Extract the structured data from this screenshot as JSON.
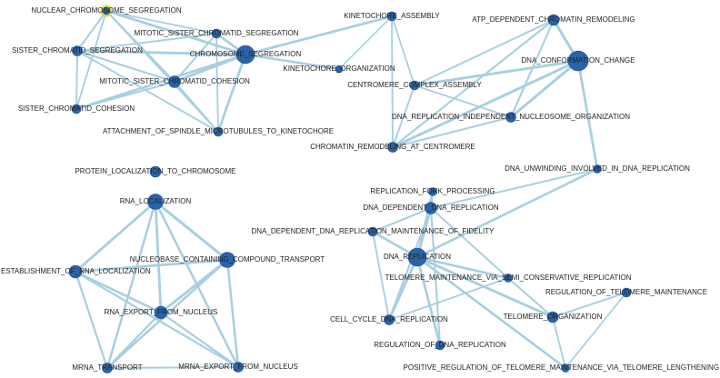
{
  "colors": {
    "node": "#2a64a8",
    "edge": "#a9cfe0",
    "selected_ring": "#d6e24a",
    "label": "#222222"
  },
  "nodes": [
    {
      "id": "ncs",
      "label": "NUCLEAR_CHROMOSOME_SEGREGATION",
      "selected": true
    },
    {
      "id": "mscs",
      "label": "MITOTIC_SISTER_CHROMATID_SEGREGATION"
    },
    {
      "id": "scs",
      "label": "SISTER_CHROMATID_SEGREGATION"
    },
    {
      "id": "cs",
      "label": "CHROMOSOME_SEGREGATION"
    },
    {
      "id": "mscc",
      "label": "MITOTIC_SISTER_CHROMATID_COHESION"
    },
    {
      "id": "scc",
      "label": "SISTER_CHROMATID_COHESION"
    },
    {
      "id": "askt",
      "label": "ATTACHMENT_OF_SPINDLE_MICROTUBULES_TO_KINETOCHORE"
    },
    {
      "id": "ka",
      "label": "KINETOCHORE_ASSEMBLY"
    },
    {
      "id": "ko",
      "label": "KINETOCHORE_ORGANIZATION"
    },
    {
      "id": "ccca",
      "label": "CENTROMERE_COMPLEX_ASSEMBLY"
    },
    {
      "id": "adcr",
      "label": "ATP_DEPENDENT_CHROMATIN_REMODELING"
    },
    {
      "id": "dcc",
      "label": "DNA_CONFORMATION_CHANGE"
    },
    {
      "id": "drino",
      "label": "DNA_REPLICATION_INDEPENDENT_NUCLEOSOME_ORGANIZATION"
    },
    {
      "id": "crac",
      "label": "CHROMATIN_REMODELING_AT_CENTROMERE"
    },
    {
      "id": "duidr",
      "label": "DNA_UNWINDING_INVOLVED_IN_DNA_REPLICATION"
    },
    {
      "id": "pltc",
      "label": "PROTEIN_LOCALIZATION_TO_CHROMOSOME"
    },
    {
      "id": "rfp",
      "label": "REPLICATION_FORK_PROCESSING"
    },
    {
      "id": "dddr",
      "label": "DNA_DEPENDENT_DNA_REPLICATION"
    },
    {
      "id": "dddrmf",
      "label": "DNA_DEPENDENT_DNA_REPLICATION_MAINTENANCE_OF_FIDELITY"
    },
    {
      "id": "dr",
      "label": "DNA_REPLICATION"
    },
    {
      "id": "tmvscr",
      "label": "TELOMERE_MAINTENANCE_VIA_SEMI_CONSERVATIVE_REPLICATION"
    },
    {
      "id": "rotm",
      "label": "REGULATION_OF_TELOMERE_MAINTENANCE"
    },
    {
      "id": "to",
      "label": "TELOMERE_ORGANIZATION"
    },
    {
      "id": "ccdr",
      "label": "CELL_CYCLE_DNA_REPLICATION"
    },
    {
      "id": "rodr",
      "label": "REGULATION_OF_DNA_REPLICATION"
    },
    {
      "id": "protm",
      "label": "POSITIVE_REGULATION_OF_TELOMERE_MAINTENANCE_VIA_TELOMERE_LENGTHENING"
    },
    {
      "id": "rl",
      "label": "RNA_LOCALIZATION"
    },
    {
      "id": "ncct",
      "label": "NUCLEOBASE_CONTAINING_COMPOUND_TRANSPORT"
    },
    {
      "id": "erl",
      "label": "ESTABLISHMENT_OF_RNA_LOCALIZATION"
    },
    {
      "id": "refn",
      "label": "RNA_EXPORT_FROM_NUCLEUS"
    },
    {
      "id": "mt",
      "label": "MRNA_TRANSPORT"
    },
    {
      "id": "mefn",
      "label": "MRNA_EXPORT_FROM_NUCLEUS"
    }
  ],
  "edges": [
    [
      "ncs",
      "mscs"
    ],
    [
      "ncs",
      "scs"
    ],
    [
      "ncs",
      "cs"
    ],
    [
      "ncs",
      "mscc"
    ],
    [
      "ncs",
      "scc"
    ],
    [
      "ncs",
      "askt"
    ],
    [
      "mscs",
      "scs"
    ],
    [
      "mscs",
      "cs"
    ],
    [
      "mscs",
      "mscc"
    ],
    [
      "mscs",
      "askt"
    ],
    [
      "scs",
      "cs"
    ],
    [
      "scs",
      "mscc"
    ],
    [
      "scs",
      "scc"
    ],
    [
      "scs",
      "askt"
    ],
    [
      "cs",
      "mscc"
    ],
    [
      "cs",
      "askt"
    ],
    [
      "cs",
      "ka"
    ],
    [
      "cs",
      "ko"
    ],
    [
      "cs",
      "scc"
    ],
    [
      "mscc",
      "scc"
    ],
    [
      "mscc",
      "askt"
    ],
    [
      "ka",
      "ko"
    ],
    [
      "ka",
      "ccca"
    ],
    [
      "ka",
      "crac"
    ],
    [
      "ccca",
      "adcr"
    ],
    [
      "ccca",
      "dcc"
    ],
    [
      "ccca",
      "drino"
    ],
    [
      "ccca",
      "crac"
    ],
    [
      "adcr",
      "dcc"
    ],
    [
      "adcr",
      "drino"
    ],
    [
      "adcr",
      "crac"
    ],
    [
      "dcc",
      "drino"
    ],
    [
      "dcc",
      "crac"
    ],
    [
      "dcc",
      "duidr"
    ],
    [
      "drino",
      "crac"
    ],
    [
      "duidr",
      "dddr"
    ],
    [
      "duidr",
      "dr"
    ],
    [
      "rfp",
      "dddr"
    ],
    [
      "rfp",
      "dr"
    ],
    [
      "dddr",
      "dr"
    ],
    [
      "dddr",
      "dddrmf"
    ],
    [
      "dddr",
      "ccdr"
    ],
    [
      "dddr",
      "tmvscr"
    ],
    [
      "dddr",
      "rodr"
    ],
    [
      "dddrmf",
      "dr"
    ],
    [
      "dddrmf",
      "ccdr"
    ],
    [
      "dr",
      "ccdr"
    ],
    [
      "dr",
      "rodr"
    ],
    [
      "dr",
      "tmvscr"
    ],
    [
      "dr",
      "to"
    ],
    [
      "dr",
      "protm"
    ],
    [
      "tmvscr",
      "to"
    ],
    [
      "tmvscr",
      "ccdr"
    ],
    [
      "to",
      "rotm"
    ],
    [
      "to",
      "protm"
    ],
    [
      "rotm",
      "protm"
    ],
    [
      "rl",
      "ncct"
    ],
    [
      "rl",
      "erl"
    ],
    [
      "rl",
      "refn"
    ],
    [
      "rl",
      "mt"
    ],
    [
      "rl",
      "mefn"
    ],
    [
      "ncct",
      "erl"
    ],
    [
      "ncct",
      "refn"
    ],
    [
      "ncct",
      "mt"
    ],
    [
      "ncct",
      "mefn"
    ],
    [
      "erl",
      "refn"
    ],
    [
      "erl",
      "mt"
    ],
    [
      "erl",
      "mefn"
    ],
    [
      "refn",
      "mt"
    ],
    [
      "refn",
      "mefn"
    ],
    [
      "mt",
      "mefn"
    ]
  ]
}
